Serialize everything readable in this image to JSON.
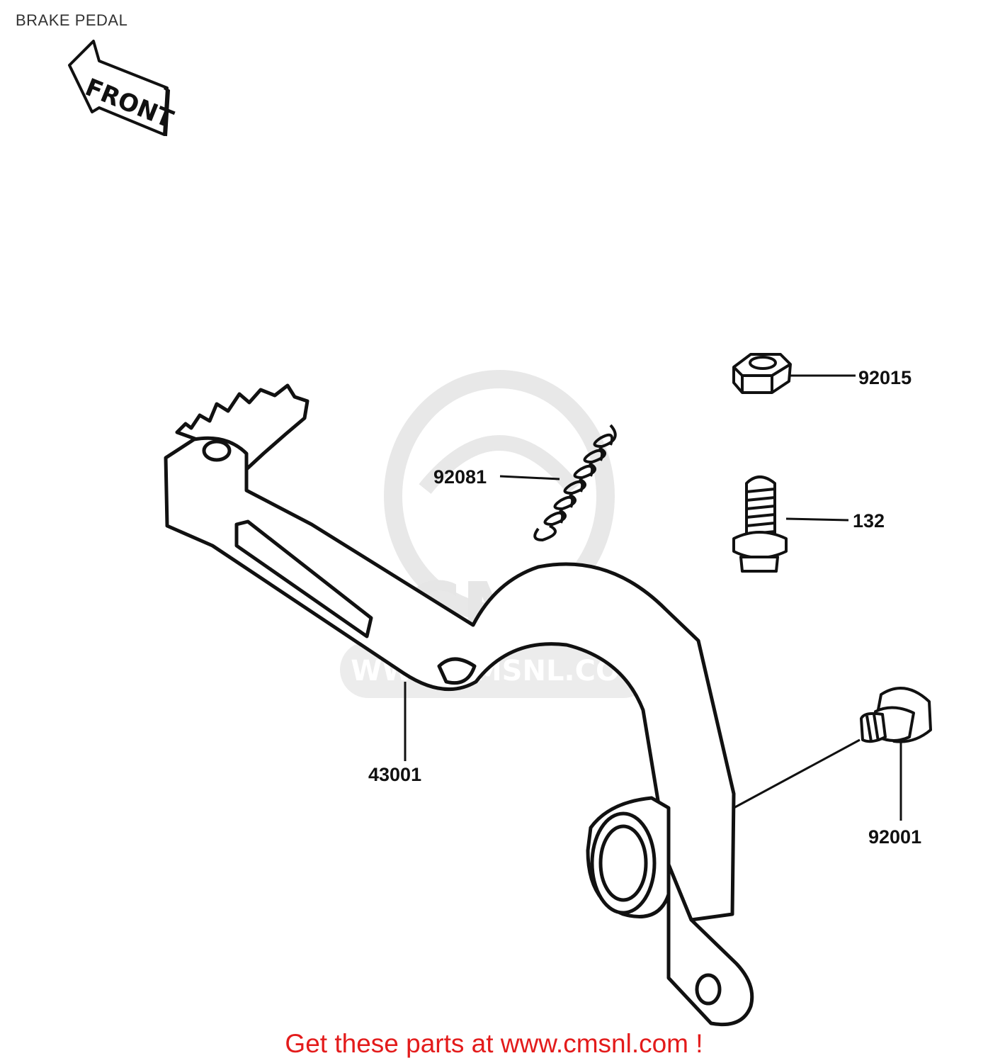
{
  "title": "BRAKE PEDAL",
  "direction_label": "FRONT",
  "watermark": {
    "brand": "CMS",
    "url": "WWW.CMSNL.COM"
  },
  "parts": [
    {
      "number": "92015"
    },
    {
      "number": "92081"
    },
    {
      "number": "132"
    },
    {
      "number": "43001"
    },
    {
      "number": "92001"
    }
  ],
  "footer": {
    "text": "Get these parts at www.cmsnl.com !"
  },
  "colors": {
    "line": "#111111",
    "watermark": "#e6e6e6",
    "footer": "#e31b1b",
    "title": "#333333"
  }
}
